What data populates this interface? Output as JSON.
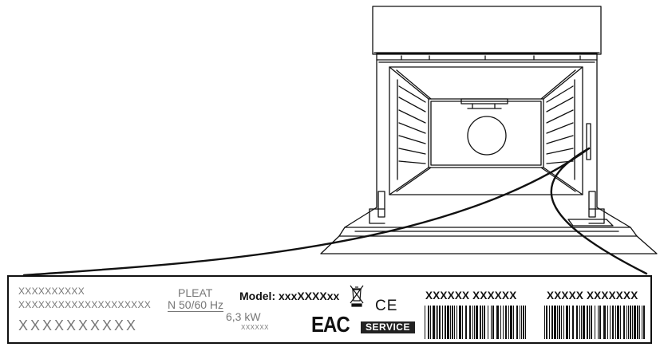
{
  "label": {
    "lines_left": [
      "XXXXXXXXXX",
      "XXXXXXXXXXXXXXXXXXXX",
      "XXXXXXXXXX"
    ],
    "pleat": "PLEAT",
    "frequency": "N 50/60 Hz",
    "power": "6,3 kW",
    "small_code": "XXXXXX",
    "model": "Model: xxxXXXXxx",
    "eac_mark": "EAC",
    "ce_mark": "CE",
    "service": "SERVICE",
    "barcode1_label": "XXXXXX XXXXXX",
    "barcode2_label": "XXXXX XXXXXXX"
  },
  "icons": {
    "weee": "crossed-out-bin-icon",
    "eac": "eac-conformity-icon",
    "ce": "ce-conformity-icon"
  },
  "colors": {
    "line": "#111111",
    "grey_text": "#777777",
    "service_bg": "#222222"
  }
}
